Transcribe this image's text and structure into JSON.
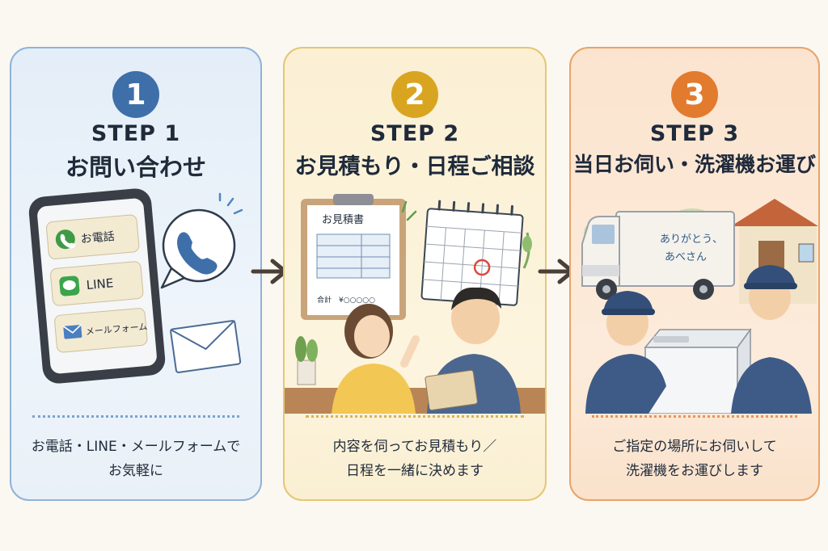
{
  "steps": [
    {
      "number": "1",
      "step_label": "STEP 1",
      "title": "お問い合わせ",
      "phone_items": [
        "お電話",
        "LINE",
        "メールフォーム"
      ],
      "description": [
        "お電話・LINE・メールフォームで",
        "お気軽に"
      ],
      "accent_color": "#3f6fa8"
    },
    {
      "number": "2",
      "step_label": "STEP 2",
      "title": "お見積もり・日程ご相談",
      "estimate_doc_title": "お見積書",
      "estimate_total": "合計　¥○○○○○",
      "description": [
        "内容を伺ってお見積もり／",
        "日程を一緒に決めます"
      ],
      "accent_color": "#d9a521"
    },
    {
      "number": "3",
      "step_label": "STEP 3",
      "title": "当日お伺い・洗濯機お運び",
      "truck_text": [
        "ありがとう、",
        "あべさん"
      ],
      "description": [
        "ご指定の場所にお伺いして",
        "洗濯機をお運びします"
      ],
      "accent_color": "#e27b2e"
    }
  ],
  "icons": [
    "phone-icon",
    "line-icon",
    "mail-icon",
    "envelope-icon",
    "speech-bubble-phone-icon",
    "calendar-icon",
    "clipboard-icon",
    "truck-icon",
    "washing-machine-icon"
  ]
}
